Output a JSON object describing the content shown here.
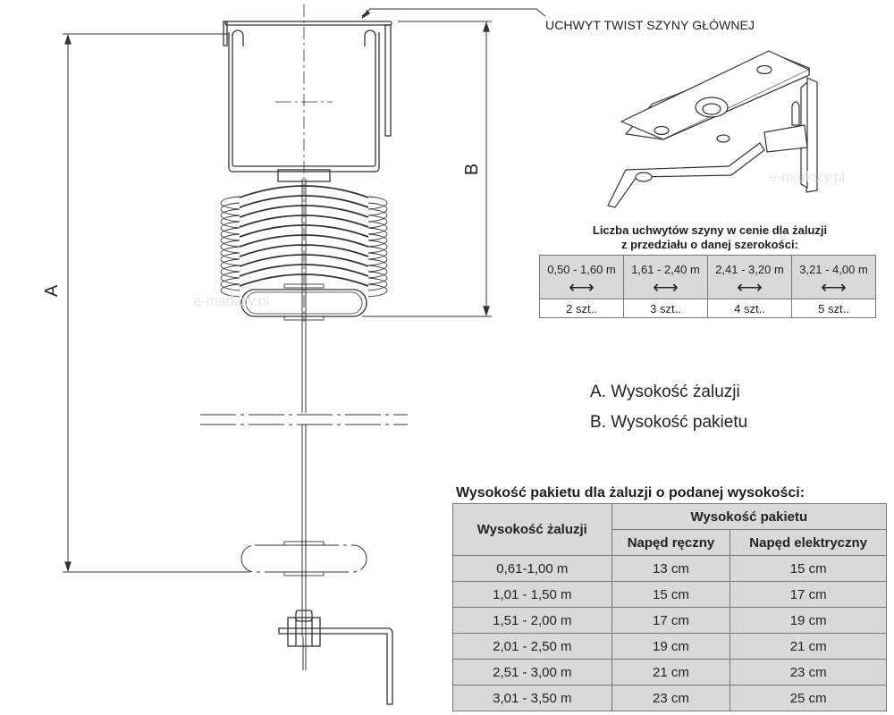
{
  "callout": {
    "label": "UCHWYT TWIST SZYNY GŁÓWNEJ"
  },
  "dimensions": {
    "a_label": "A",
    "b_label": "B"
  },
  "legend": [
    {
      "text": "A. Wysokość żaluzji"
    },
    {
      "text": "B. Wysokość pakietu"
    }
  ],
  "watermarks": [
    "e-markizy.pl",
    "e-markizy.pl"
  ],
  "bracket_table": {
    "title_line1": "Liczba uchwytów szyny w cenie dla żaluzji",
    "title_line2": "z przedziału o danej szerokości:",
    "arrow_glyph": "⟷",
    "columns": [
      {
        "range": "0,50 - 1,60 m",
        "count": "2 szt.."
      },
      {
        "range": "1,61 - 2,40 m",
        "count": "3 szt.."
      },
      {
        "range": "2,41 - 3,20 m",
        "count": "4 szt.."
      },
      {
        "range": "3,21 - 4,00 m",
        "count": "5 szt.."
      }
    ]
  },
  "package_table": {
    "title": "Wysokość pakietu dla żaluzji o podanej wysokości:",
    "header_blind_height": "Wysokość żaluzji",
    "header_package_height": "Wysokość pakietu",
    "header_manual": "Napęd ręczny",
    "header_electric": "Napęd elektryczny",
    "rows": [
      {
        "height": "0,61-1,00 m",
        "manual": "13 cm",
        "electric": "15 cm"
      },
      {
        "height": "1,01 - 1,50 m",
        "manual": "15 cm",
        "electric": "17 cm"
      },
      {
        "height": "1,51 - 2,00 m",
        "manual": "17 cm",
        "electric": "19 cm"
      },
      {
        "height": "2,01 - 2,50 m",
        "manual": "19 cm",
        "electric": "21 cm"
      },
      {
        "height": "2,51 - 3,00 m",
        "manual": "21 cm",
        "electric": "23 cm"
      },
      {
        "height": "3,01 - 3,50 m",
        "manual": "23 cm",
        "electric": "25 cm"
      }
    ]
  },
  "colors": {
    "line": "#333333",
    "table_fill": "#d9d9d9",
    "table_border": "#777777"
  }
}
